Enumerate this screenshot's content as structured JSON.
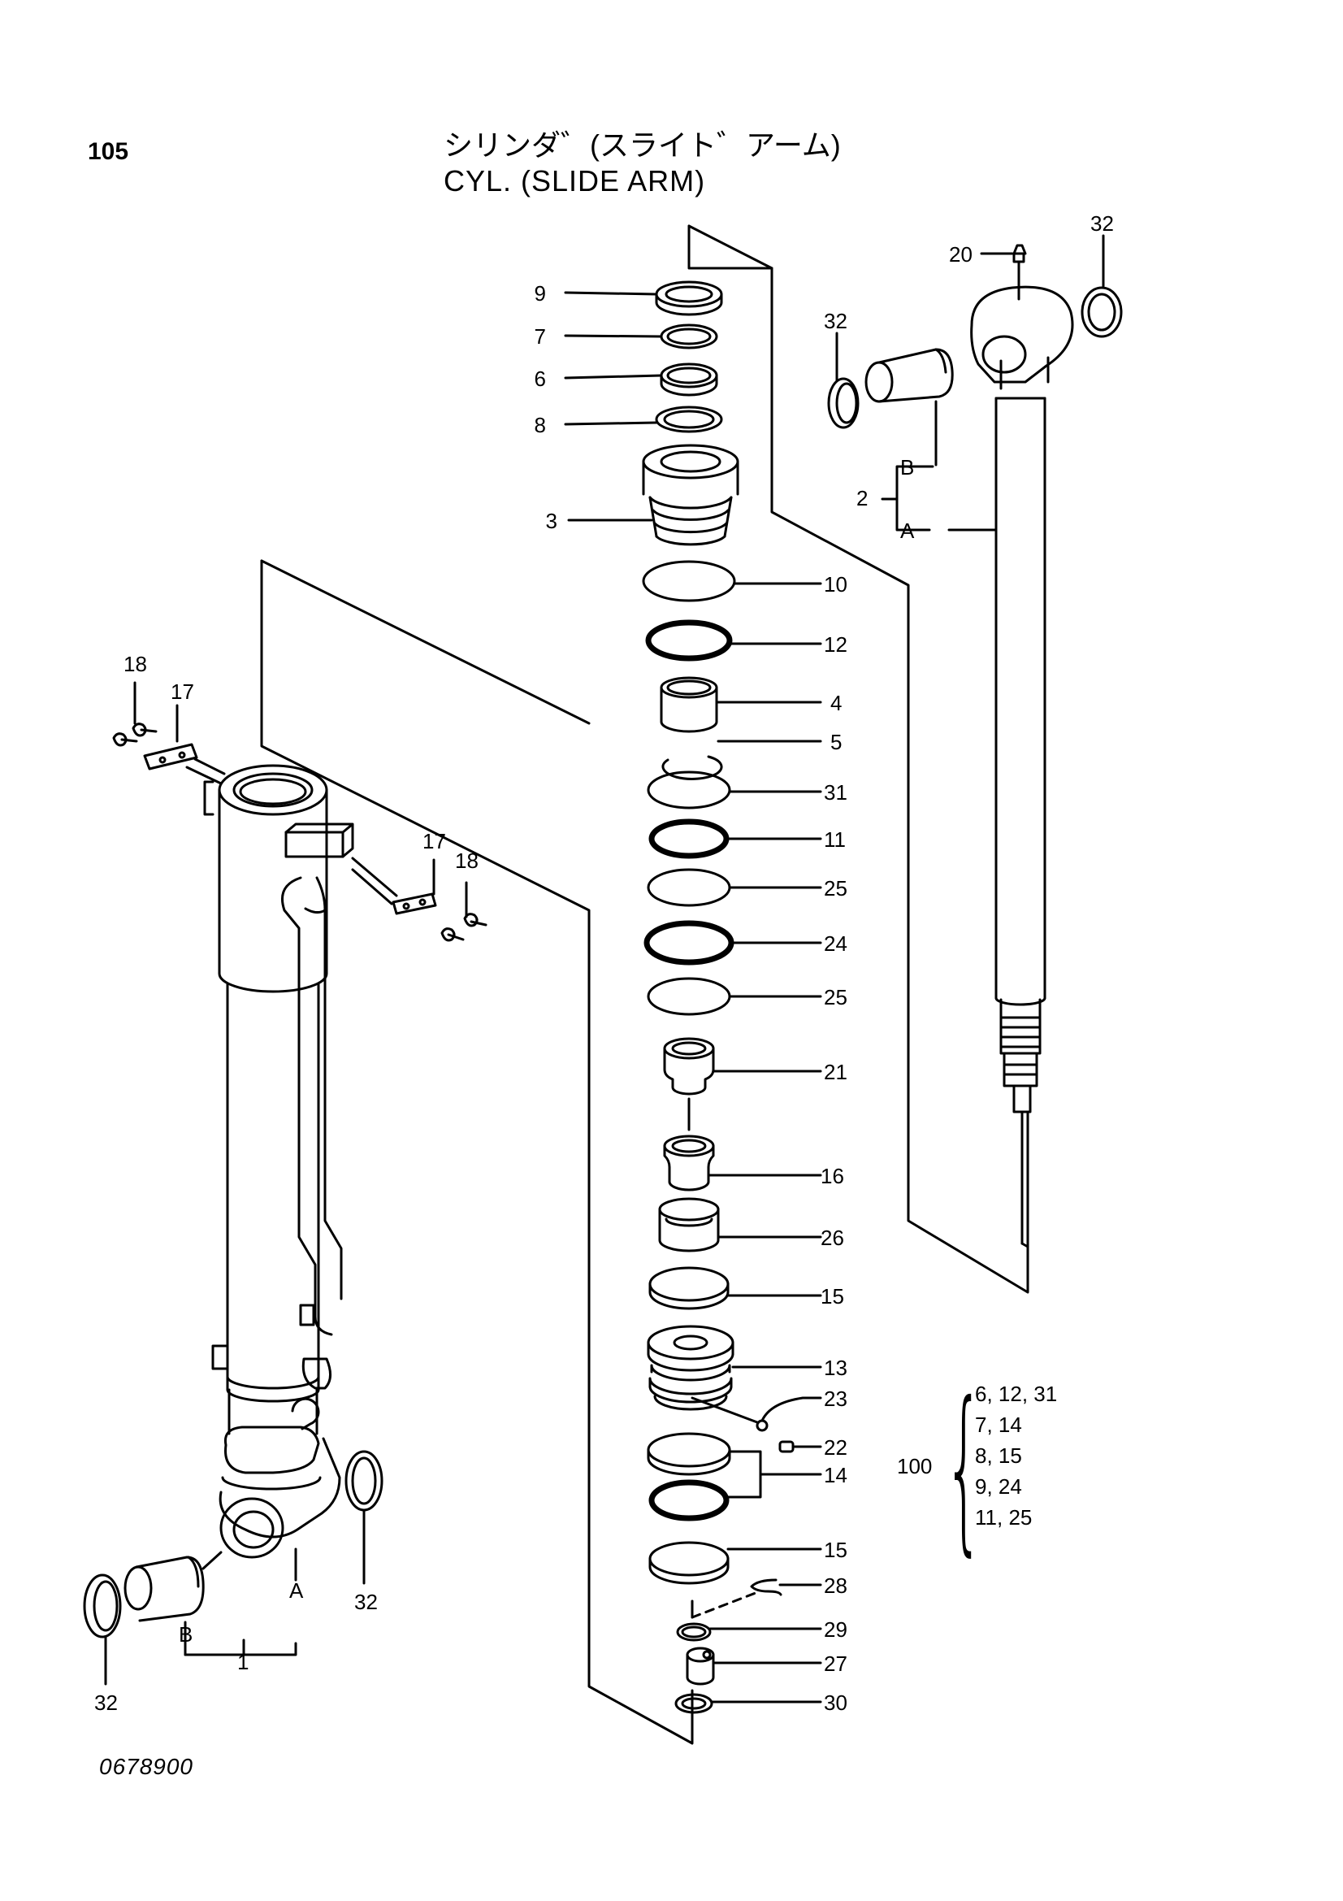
{
  "header": {
    "page_number": "105",
    "title_jp": "シリンダ゛(スライト゛アーム)",
    "title_en": "CYL. (SLIDE ARM)"
  },
  "footer": {
    "drawing_number": "0678900"
  },
  "callouts": {
    "c9": "9",
    "c7": "7",
    "c6": "6",
    "c8": "8",
    "c3": "3",
    "c10": "10",
    "c12": "12",
    "c4": "4",
    "c5": "5",
    "c31": "31",
    "c11": "11",
    "c25a": "25",
    "c24": "24",
    "c25b": "25",
    "c21": "21",
    "c16": "16",
    "c26": "26",
    "c15a": "15",
    "c13": "13",
    "c23": "23",
    "c22": "22",
    "c14": "14",
    "c15b": "15",
    "c28": "28",
    "c29": "29",
    "c27": "27",
    "c30": "30",
    "c20": "20",
    "c32_top_right": "32",
    "c32_top_left": "32",
    "c2": "2",
    "c2B": "B",
    "c2A": "A",
    "c18_left": "18",
    "c17_left": "17",
    "c17_right": "17",
    "c18_right": "18",
    "c1": "1",
    "c1A": "A",
    "c1B": "B",
    "c32_bottom_right": "32",
    "c32_bottom_left": "32"
  },
  "kit": {
    "label": "100",
    "items": [
      "6, 12, 31",
      "7, 14",
      "8, 15",
      "9, 24",
      "11, 25"
    ]
  }
}
